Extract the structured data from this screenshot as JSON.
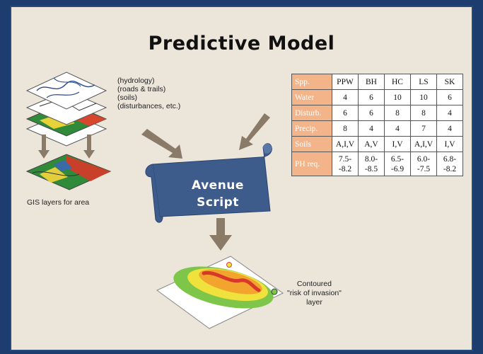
{
  "title": "Predictive Model",
  "layer_labels": [
    "(hydrology)",
    "(roads & trails)",
    "(soils)",
    "(disturbances, etc.)"
  ],
  "gis_label": "GIS layers for area",
  "script_label": [
    "Avenue",
    "Script"
  ],
  "contour_label": [
    "Contoured",
    "\"risk of invasion\"",
    "layer"
  ],
  "table": {
    "header": [
      "Spp.",
      "PPW",
      "BH",
      "HC",
      "LS",
      "SK"
    ],
    "rows": [
      [
        "Water",
        "4",
        "6",
        "10",
        "10",
        "6"
      ],
      [
        "Disturb.",
        "6",
        "6",
        "8",
        "8",
        "4"
      ],
      [
        "Precip.",
        "8",
        "4",
        "4",
        "7",
        "4"
      ],
      [
        "Soils",
        "A,I,V",
        "A,V",
        "I,V",
        "A,I,V",
        "I,V"
      ],
      [
        "PH req.",
        "7.5--8.2",
        "8.0--8.5",
        "6.5--6.9",
        "6.0--7.5",
        "6.8--8.2"
      ]
    ]
  },
  "colors": {
    "frame": "#1d3d6e",
    "slide_bg": "#ebe5da",
    "scroll": "#3d5c8c",
    "arrow": "#8a7a68",
    "table_header_cells": "#f3b48a"
  },
  "icons": [
    "stacked-gis-layers-icon",
    "gis-map-icon",
    "scroll-icon",
    "contour-map-icon",
    "arrow-icon"
  ]
}
